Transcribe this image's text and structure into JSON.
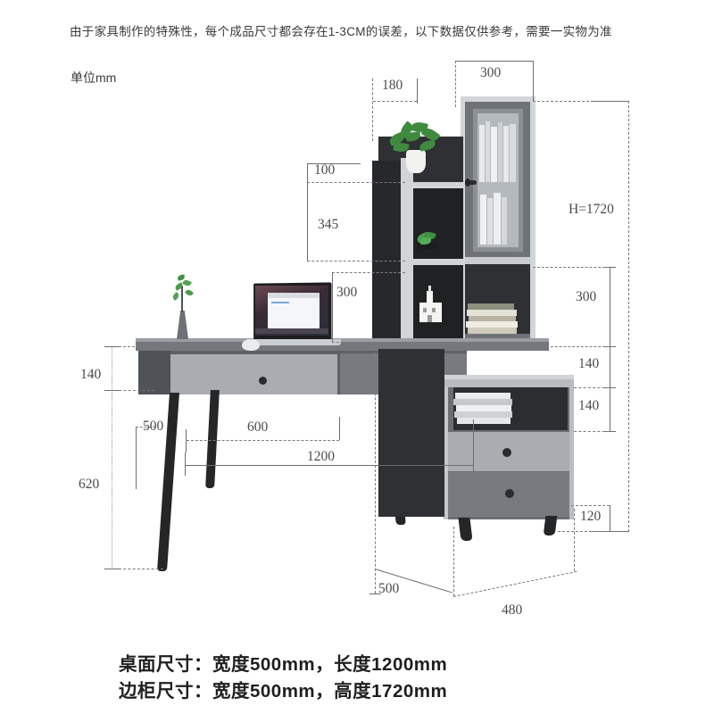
{
  "header": {
    "disclaimer": "由于家具制作的特殊性，每个成品尺寸都会存在1-3CM的误差，以下数据仅供参考，需要一实物为准",
    "unit_note": "单位mm"
  },
  "footer": {
    "line1": "桌面尺寸：宽度500mm，长度1200mm",
    "line2": "边柜尺寸：宽度500mm，高度1720mm"
  },
  "dimensions": {
    "top_shelf_depth": "180",
    "cabinet_width": "300",
    "shelf_gap_100": "100",
    "shelf_gap_345": "345",
    "monitor_shelf_300": "300",
    "total_height": "H=1720",
    "right_300": "300",
    "right_140_upper": "140",
    "right_140_lower": "140",
    "right_120": "120",
    "left_140": "140",
    "left_620": "620",
    "desk_depth_500": "500",
    "leg_inset_600": "600",
    "desk_length_1200": "1200",
    "base_depth_500": "500",
    "base_width_480": "480"
  },
  "colors": {
    "dimension_line": "#6d6d6d",
    "dimension_text": "#4a4a4a",
    "body_dark": "#2e3033",
    "body_grey": "#6f7378",
    "body_light": "#d2d5d8",
    "background": "#ffffff"
  }
}
